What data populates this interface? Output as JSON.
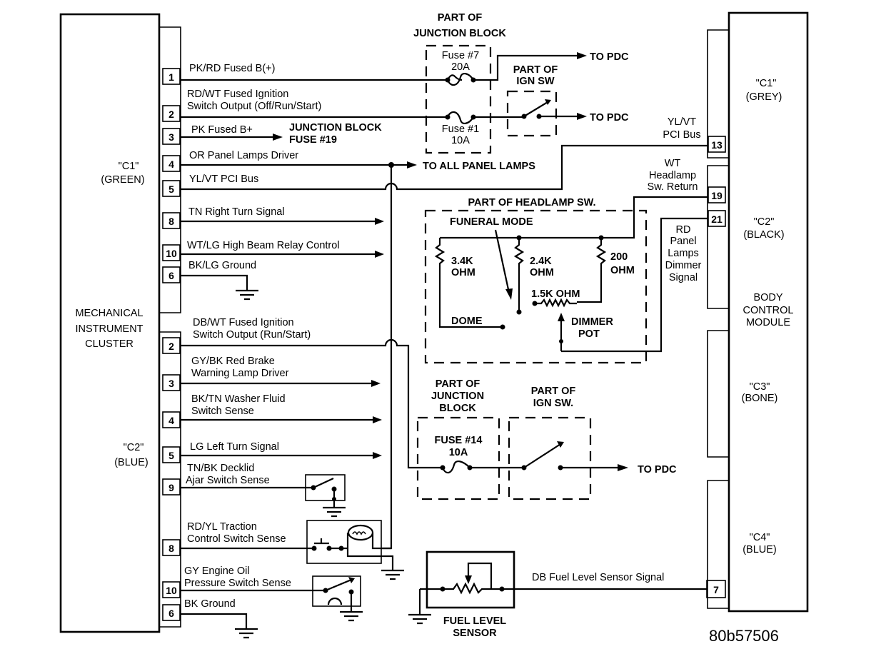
{
  "diagram_id": "80b57506",
  "modules": {
    "cluster": {
      "name_lines": [
        "MECHANICAL",
        "INSTRUMENT",
        "CLUSTER"
      ],
      "connector_c1": [
        "\"C1\"",
        "(GREEN)"
      ],
      "connector_c2": [
        "\"C2\"",
        "(BLUE)"
      ]
    },
    "bcm": {
      "name_lines": [
        "BODY",
        "CONTROL",
        "MODULE"
      ],
      "connector_c1": [
        "\"C1\"",
        "(GREY)"
      ],
      "connector_c2": [
        "\"C2\"",
        "(BLACK)"
      ],
      "connector_c3": [
        "\"C3\"",
        "(BONE)"
      ],
      "connector_c4": [
        "\"C4\"",
        "(BLUE)"
      ]
    }
  },
  "c1_pins": [
    {
      "pin": "1",
      "label": [
        "PK/RD Fused B(+)"
      ]
    },
    {
      "pin": "2",
      "label": [
        "RD/WT Fused Ignition",
        "Switch Output (Off/Run/Start)"
      ]
    },
    {
      "pin": "3",
      "label": [
        "PK  Fused B+"
      ]
    },
    {
      "pin": "4",
      "label": [
        "OR Panel Lamps Driver"
      ]
    },
    {
      "pin": "5",
      "label": [
        "YL/VT PCI Bus"
      ]
    },
    {
      "pin": "8",
      "label": [
        "TN Right Turn Signal"
      ]
    },
    {
      "pin": "10",
      "label": [
        "WT/LG High Beam Relay Control"
      ]
    },
    {
      "pin": "6",
      "label": [
        "BK/LG Ground"
      ]
    }
  ],
  "c2_pins": [
    {
      "pin": "2",
      "label": [
        "DB/WT Fused Ignition",
        "Switch Output (Run/Start)"
      ]
    },
    {
      "pin": "3",
      "label": [
        "GY/BK Red Brake",
        "Warning Lamp Driver"
      ]
    },
    {
      "pin": "4",
      "label": [
        "BK/TN Washer Fluid",
        "Switch Sense"
      ]
    },
    {
      "pin": "5",
      "label": [
        "LG Left Turn Signal"
      ]
    },
    {
      "pin": "9",
      "label": [
        "TN/BK Decklid",
        "Ajar Switch Sense"
      ]
    },
    {
      "pin": "8",
      "label": [
        "RD/YL Traction",
        "Control Switch Sense"
      ]
    },
    {
      "pin": "10",
      "label": [
        "GY Engine Oil",
        "Pressure Switch Sense"
      ]
    },
    {
      "pin": "6",
      "label": [
        "BK Ground"
      ]
    }
  ],
  "bcm_pins": [
    {
      "pin": "13",
      "label": [
        "YL/VT",
        "PCI Bus"
      ]
    },
    {
      "pin": "19",
      "label": [
        "WT",
        "Headlamp",
        "Sw. Return"
      ]
    },
    {
      "pin": "21",
      "label": [
        "RD",
        "Panel",
        "Lamps",
        "Dimmer",
        "Signal"
      ]
    },
    {
      "pin": "7",
      "label": [
        "DB Fuel Level Sensor Signal"
      ]
    }
  ],
  "junction_block_top": {
    "title": [
      "PART OF",
      "JUNCTION BLOCK"
    ],
    "fuse7": [
      "Fuse #7",
      "20A"
    ],
    "fuse1": [
      "Fuse #1",
      "10A"
    ]
  },
  "ign_sw_top": {
    "title": [
      "PART OF",
      "IGN SW"
    ]
  },
  "to_pdc": "TO PDC",
  "junction_block_fuse19": [
    "JUNCTION BLOCK",
    "FUSE #19"
  ],
  "to_all_panel_lamps": "TO ALL PANEL LAMPS",
  "headlamp_sw": {
    "title": "PART OF HEADLAMP SW.",
    "funeral_mode": "FUNERAL MODE",
    "r1": [
      "3.4K",
      "OHM"
    ],
    "r2": [
      "2.4K",
      "OHM"
    ],
    "r3": [
      "200",
      "OHM"
    ],
    "r4": "1.5K OHM",
    "dome": "DOME",
    "dimmer_pot": [
      "DIMMER",
      "POT"
    ]
  },
  "junction_block_bottom": {
    "title": [
      "PART OF",
      "JUNCTION",
      "BLOCK"
    ],
    "fuse14": [
      "FUSE #14",
      "10A"
    ]
  },
  "ign_sw_bottom": {
    "title": [
      "PART OF",
      "IGN SW."
    ]
  },
  "fuel_sensor": [
    "FUEL LEVEL",
    "SENSOR"
  ]
}
